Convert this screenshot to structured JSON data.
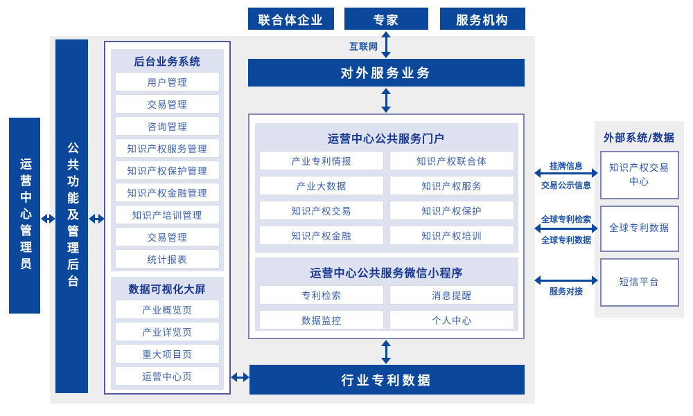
{
  "colors": {
    "primary_blue": "#0b479b",
    "panel_lavender": "#dee1f0",
    "canvas_gray": "#eeeeef",
    "title_navy": "#16368e",
    "item_blue": "#3c61ab",
    "label_blue": "#1e55a8"
  },
  "top_actors": {
    "consortium": "联合体企业",
    "experts": "专家",
    "service_orgs": "服务机构"
  },
  "internet_label": "互联网",
  "external_service_bar": "对外服务业务",
  "industry_patent_bar": "行业专利数据",
  "left": {
    "admin_bar": "运营中心管理员",
    "backend_bar": "公共功能及管理后台",
    "backoffice": {
      "title": "后台业务系统",
      "items": [
        "用户管理",
        "交易管理",
        "咨询管理",
        "知识产权服务管理",
        "知识产权保护管理",
        "知识产权金融管理",
        "知识产培训管理",
        "交易管理",
        "统计报表"
      ]
    },
    "dashboard": {
      "title": "数据可视化大屏",
      "items": [
        "产业概览页",
        "产业详览页",
        "重大项目页",
        "运营中心页"
      ]
    }
  },
  "center": {
    "portal": {
      "title": "运营中心公共服务门户",
      "items": [
        "产业专利情报",
        "知识产权联合体",
        "产业大数据",
        "知识产权服务",
        "知识产权交易",
        "知识产权保护",
        "知识产权金融",
        "知识产权培训"
      ]
    },
    "miniprogram": {
      "title": "运营中心公共服务微信小程序",
      "items": [
        "专利检索",
        "消息提醒",
        "数据监控",
        "个人中心"
      ]
    }
  },
  "right": {
    "title": "外部系统/数据",
    "systems": [
      "知识产权交易中心",
      "全球专利数据",
      "短信平台"
    ],
    "links": [
      {
        "top": "挂牌信息",
        "bottom": "交易公示信息"
      },
      {
        "top": "全球专利检索",
        "bottom": "全球专利数据"
      },
      {
        "top": "",
        "bottom": "服务对接"
      }
    ]
  }
}
